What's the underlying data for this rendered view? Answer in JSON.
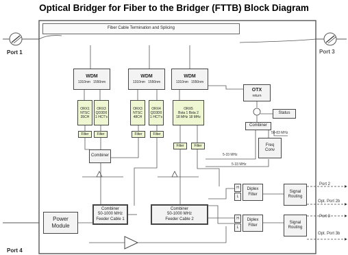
{
  "title": "Optical Bridger for Fiber to the Bridger (FTTB) Block Diagram",
  "ports": {
    "port1": "Port 1",
    "port3": "Port 3",
    "port4": "Port 4",
    "port2": "Port 2",
    "port2b": "Opt. Port 2b",
    "port3_right": "Port 3",
    "port3b": "Opt. Port 3b"
  },
  "fiber_termination": "Fiber Cable Termination and Splicing",
  "wdm": {
    "w1": {
      "label": "WDM",
      "l1": "1310nm",
      "l2": "1550nm"
    },
    "w2": {
      "label": "WDM",
      "l1": "1310nm",
      "l2": "1550nm"
    },
    "w3": {
      "label": "WDM",
      "l1": "1310nm",
      "l2": "1550nm"
    }
  },
  "receivers": {
    "r1": {
      "l1": "ORX1",
      "l2": "NTSC",
      "l3": "35CH"
    },
    "r2": {
      "l1": "ORX3",
      "l2": "QD3D0",
      "l3": "1 HCT's"
    },
    "r3": {
      "l1": "ORX3",
      "l2": "NTSC",
      "l3": "48CH"
    },
    "r4": {
      "l1": "ORX4",
      "l2": "QD3D0",
      "l3": "1 HCT's"
    },
    "r5": {
      "l1": "ORX5",
      "l2": "Bsta 1  Bsta 2",
      "l3": "18 MHz  18 MHz"
    }
  },
  "filter_label": "Filter",
  "otx": {
    "l1": "OTX",
    "l2": "return"
  },
  "status": "Status",
  "combiner_small_1": "Combiner",
  "combiner_small_2": "Combiner",
  "freq_conv": {
    "l1": "Freq",
    "l2": "Conv"
  },
  "freq_labels": {
    "f1": "50-83 MHz",
    "f2": "5-33 MHz",
    "f3": "5-33 MHz"
  },
  "feeder1": {
    "l1": "Combiner",
    "l2": "50-1000 MHz",
    "l3": "Feeder Cable 1"
  },
  "feeder2": {
    "l1": "Combiner",
    "l2": "50-1000 MHz",
    "l3": "Feeder Cable 2"
  },
  "hl": {
    "h": "H",
    "l": "L"
  },
  "diplex1": {
    "l1": "Diplex",
    "l2": "Filter"
  },
  "diplex2": {
    "l1": "Diplex",
    "l2": "Filter"
  },
  "signal1": {
    "l1": "Signal",
    "l2": "Routing"
  },
  "signal2": {
    "l1": "Signal",
    "l2": "Routing"
  },
  "power_module": {
    "l1": "Power",
    "l2": "Module"
  }
}
